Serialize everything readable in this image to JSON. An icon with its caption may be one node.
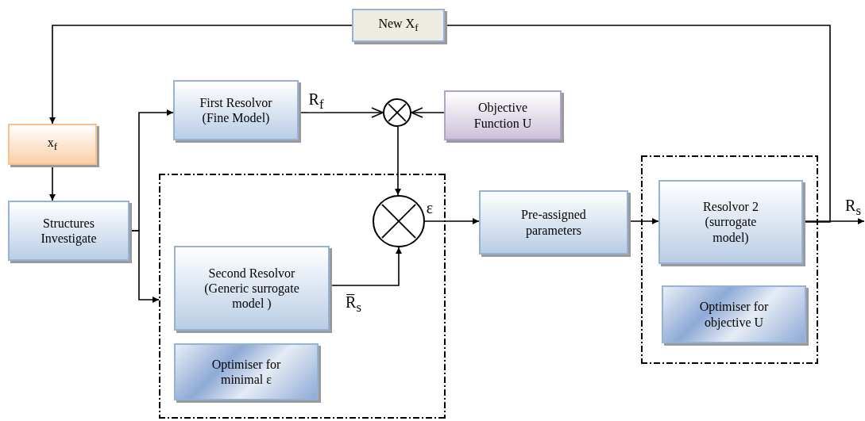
{
  "diagram": {
    "nodes": [
      {
        "text": [
          "New X$_{f}$"
        ]
      },
      {
        "text": [
          "x$_{f}$"
        ]
      },
      {
        "text": [
          "Structures Investigate"
        ]
      },
      {
        "text": [
          "First Resolvor (Fine Model)"
        ]
      },
      {
        "text": [],
        "shape": "circle"
      },
      {
        "text": [
          "Objective Function U"
        ]
      },
      {
        "text": [],
        "shape": "box"
      },
      {
        "text": [],
        "shape": "circle",
        "in": 6
      },
      {
        "text": [
          "Second Resolvor (Generic surrogate model )"
        ],
        "in": 6
      },
      {
        "text": [
          "Optimiser for minimal ε"
        ],
        "in": 6
      },
      {
        "text": [
          "Pre-assigned parameters"
        ]
      },
      {
        "text": [],
        "shape": "box"
      },
      {
        "text": [
          "Resolvor 2 (surrogate model)"
        ],
        "in": 11
      },
      {
        "text": [
          "Optimiser for objective U"
        ],
        "in": 11
      }
    ],
    "edges": [
      {
        "from": 0,
        "to": 1,
        "arrow": "to"
      },
      {
        "from": 1,
        "to": 2,
        "arrow": "to"
      },
      {
        "from": 2,
        "to": 3,
        "arrow": "to"
      },
      {
        "from": 2,
        "to": 6,
        "arrow": "to"
      },
      {
        "from": 3,
        "to": 4,
        "arrow": "to",
        "label": "R$_{f}$"
      },
      {
        "from": 5,
        "to": 4,
        "arrow": "to"
      },
      {
        "from": 4,
        "to": 7,
        "arrow": "to"
      },
      {
        "from": 8,
        "to": 7,
        "arrow": "to",
        "label": "R̅$_{s}$"
      },
      {
        "from": 7,
        "to": 10,
        "arrow": "to",
        "label": "ε"
      },
      {
        "from": 10,
        "to": 12,
        "arrow": "to"
      },
      {
        "from": 12,
        "to": null,
        "arrow": "to",
        "label": "R$_{s}$"
      },
      {
        "from": 12,
        "to": 0,
        "arrow": "none"
      }
    ]
  }
}
